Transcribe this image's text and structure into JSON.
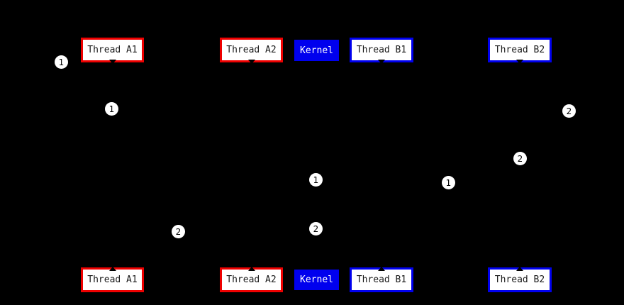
{
  "diagram": {
    "colors": {
      "background": "#000000",
      "thread_a_border": "#ee0000",
      "thread_b_border": "#0000ee",
      "kernel_bg": "#0000ee",
      "box_bg": "#ffffff",
      "box_text": "#1a1a1a",
      "kernel_text": "#ffffff",
      "marker_bg": "#ffffff",
      "marker_text": "#000000"
    },
    "top_row": [
      {
        "label": "Thread A1",
        "variant": "red"
      },
      {
        "label": "Thread A2",
        "variant": "red"
      },
      {
        "label": "Kernel",
        "variant": "kernel"
      },
      {
        "label": "Thread B1",
        "variant": "blue"
      },
      {
        "label": "Thread B2",
        "variant": "blue"
      }
    ],
    "bottom_row": [
      {
        "label": "Thread A1",
        "variant": "red"
      },
      {
        "label": "Thread A2",
        "variant": "red"
      },
      {
        "label": "Kernel",
        "variant": "kernel"
      },
      {
        "label": "Thread B1",
        "variant": "blue"
      },
      {
        "label": "Thread B2",
        "variant": "blue"
      }
    ],
    "markers": [
      {
        "label": "1"
      },
      {
        "label": "1"
      },
      {
        "label": "2"
      },
      {
        "label": "2"
      },
      {
        "label": "1"
      },
      {
        "label": "1"
      },
      {
        "label": "2"
      },
      {
        "label": "2"
      }
    ]
  }
}
